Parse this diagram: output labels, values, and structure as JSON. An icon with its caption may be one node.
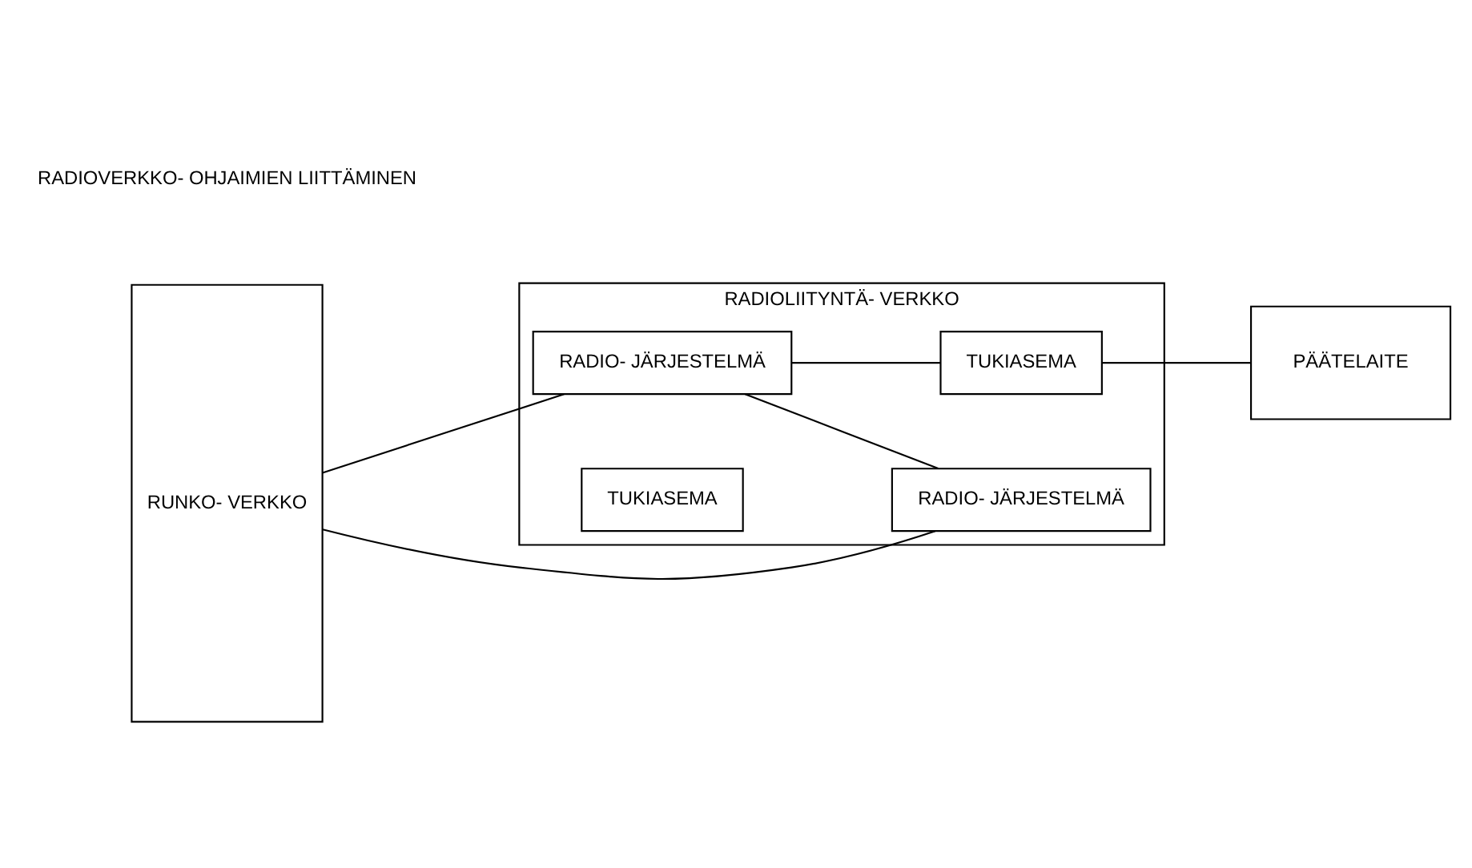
{
  "diagram": {
    "nodes": [
      {
        "text": [
          "RUNKO- VERKKO"
        ]
      },
      {
        "text": [
          "RADIOLIITYNTÄ- VERKKO"
        ]
      },
      {
        "text": [
          "RADIO- JÄRJESTELMÄ"
        ],
        "in": 1
      },
      {
        "text": [
          "TUKIASEMA"
        ],
        "in": 1
      },
      {
        "text": [
          "PÄÄTELAITE"
        ]
      },
      {
        "text": [
          "RADIO- JÄRJESTELMÄ"
        ],
        "in": 1
      },
      {
        "text": [
          "TUKIASEMA"
        ],
        "in": 1
      }
    ],
    "edges": [
      {
        "from": 0,
        "to": 2,
        "arrow": "none"
      },
      {
        "from": 2,
        "to": 3,
        "arrow": "none"
      },
      {
        "from": 3,
        "to": 4,
        "arrow": "none"
      },
      {
        "from": 0,
        "to": 5,
        "arrow": "none"
      },
      {
        "from": 2,
        "to": 5,
        "arrow": "none"
      }
    ],
    "labels": [
      "RADIOVERKKO- OHJAIMIEN LIITTÄMINEN"
    ]
  }
}
